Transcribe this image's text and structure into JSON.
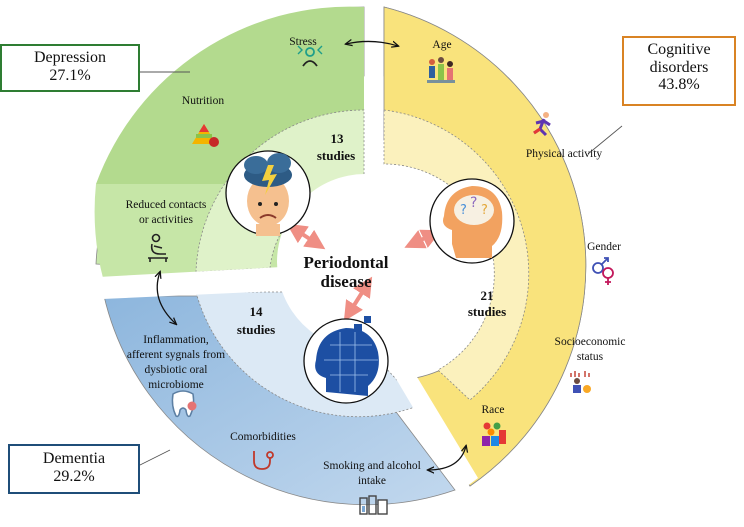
{
  "center_label": {
    "line1": "Periodontal",
    "line2": "disease"
  },
  "boxes": {
    "depression": {
      "name": "Depression",
      "value": "27.1%",
      "color": "#2e7d32"
    },
    "cognitive": {
      "name_line1": "Cognitive",
      "name_line2": "disorders",
      "value": "43.8%",
      "color": "#d98324"
    },
    "dementia": {
      "name": "Dementia",
      "value": "29.2%",
      "color": "#1f4e79"
    }
  },
  "studies": {
    "depression": {
      "count": "13",
      "word": "studies"
    },
    "cognitive": {
      "count": "21",
      "word": "studies"
    },
    "dementia": {
      "count": "14",
      "word": "studies"
    }
  },
  "factors": {
    "stress": "Stress",
    "age": "Age",
    "nutrition": "Nutrition",
    "physical_activity": "Physical activity",
    "reduced_contacts": {
      "line1": "Reduced contacts",
      "line2": "or activities"
    },
    "gender": "Gender",
    "socioeconomic": {
      "line1": "Socioeconomic",
      "line2": "status"
    },
    "inflammation": {
      "line1": "Inflammation,",
      "line2": "afferent sygnals from",
      "line3": "dysbiotic oral",
      "line4": "microbiome"
    },
    "race": "Race",
    "comorbidities": "Comorbidities",
    "smoking": {
      "line1": "Smoking and alcohol",
      "line2": "intake"
    }
  },
  "colors": {
    "green_outer": "#b6dc93",
    "green_inner": "#d9f0c2",
    "yellow_outer": "#f8e27a",
    "yellow_inner": "#fbf0b4",
    "blue_outer": "#a9c8e6",
    "blue_inner": "#d3e4f3",
    "arrow": "#ef8e84"
  },
  "icons": [
    "stress-icon",
    "family-icon",
    "food-pyramid-icon",
    "runner-icon",
    "sad-person-icon",
    "gender-icon",
    "socioeconomic-icon",
    "tooth-icon",
    "diversity-icon",
    "stethoscope-icon",
    "bottles-icon",
    "sad-brain-head-icon",
    "question-head-icon",
    "puzzle-head-icon"
  ]
}
